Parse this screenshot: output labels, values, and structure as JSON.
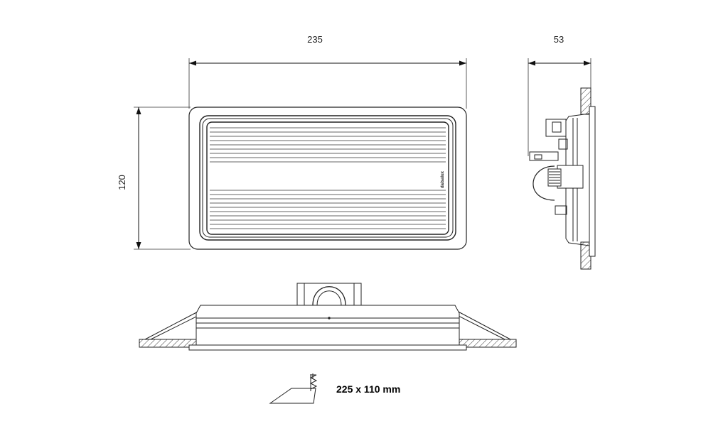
{
  "dimensions": {
    "width": "235",
    "depth": "53",
    "height": "120"
  },
  "brand_mark": "daisalux",
  "cutout": {
    "label": "225 x 110 mm"
  }
}
